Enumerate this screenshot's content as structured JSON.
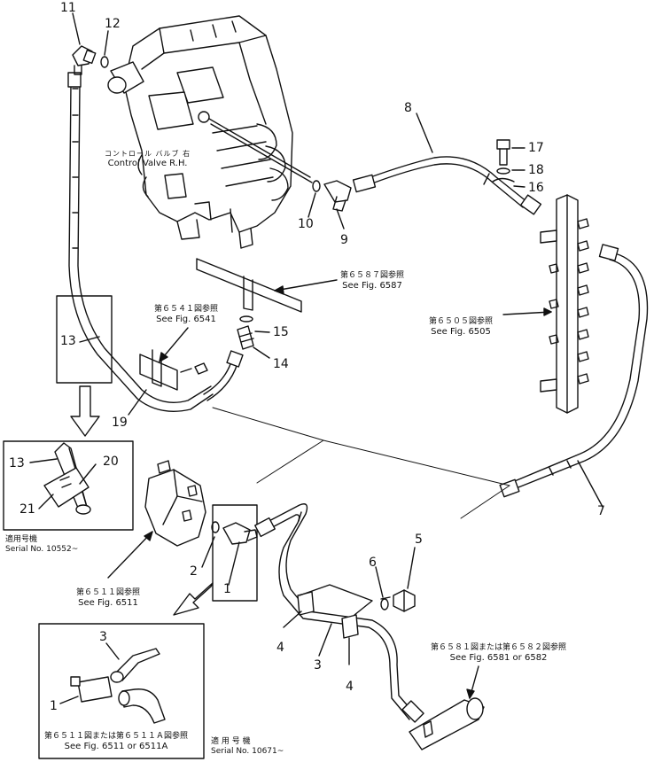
{
  "callouts": {
    "c1": "1",
    "c1b": "1",
    "c2": "2",
    "c3": "3",
    "c3b": "3",
    "c4": "4",
    "c4b": "4",
    "c5": "5",
    "c6": "6",
    "c7": "7",
    "c8": "8",
    "c9": "9",
    "c10": "10",
    "c11": "11",
    "c12": "12",
    "c13": "13",
    "c13b": "13",
    "c14": "14",
    "c15": "15",
    "c16": "16",
    "c17": "17",
    "c18": "18",
    "c19": "19",
    "c20": "20",
    "c21": "21"
  },
  "parts": {
    "control_valve": {
      "jp": "コントロール バルブ 右",
      "en": "Control Valve R.H."
    }
  },
  "references": {
    "fig6587": {
      "jp": "第６５８７図参照",
      "en": "See Fig. 6587"
    },
    "fig6541": {
      "jp": "第６５４１図参照",
      "en": "See Fig. 6541"
    },
    "fig6505": {
      "jp": "第６５０５図参照",
      "en": "See Fig. 6505"
    },
    "fig6511": {
      "jp": "第６５１１図参照",
      "en": "See Fig. 6511"
    },
    "fig6581": {
      "jp": "第６５８１図または第６５８２図参照",
      "en": "See Fig. 6581 or 6582"
    },
    "fig6511a": {
      "jp": "第６５１１図または第６５１１Ａ図参照",
      "en": "See Fig. 6511 or 6511A"
    }
  },
  "serials": {
    "s10552": {
      "jp": "適用号機",
      "en": "Serial No. 10552~"
    },
    "s10671": {
      "jp": "適 用 号 機",
      "en": "Serial No. 10671~"
    }
  }
}
